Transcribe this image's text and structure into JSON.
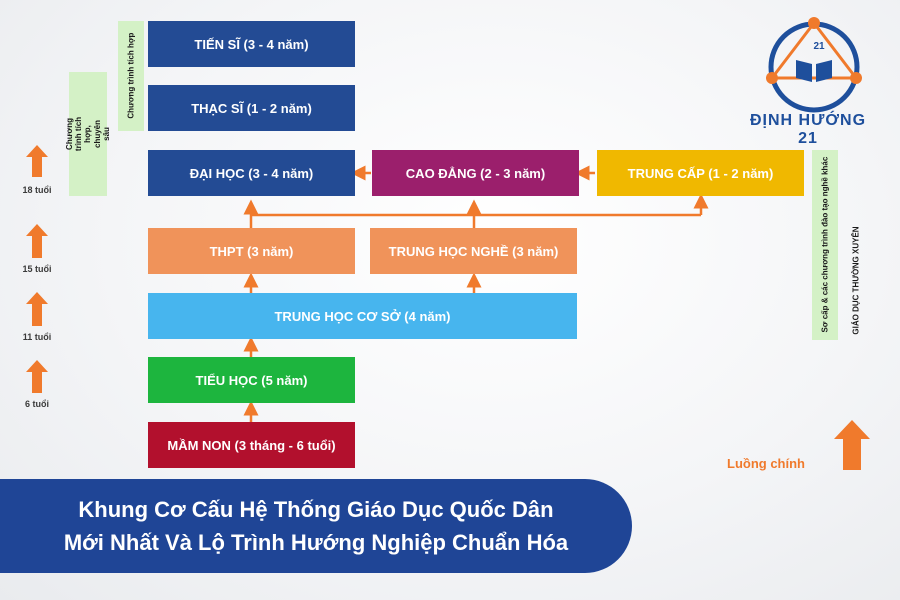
{
  "stages": {
    "tien_si": "TIẾN SĨ (3 - 4 năm)",
    "thac_si": "THẠC SĨ (1 - 2 năm)",
    "dai_hoc": "ĐẠI HỌC (3 - 4 năm)",
    "cao_dang": "CAO ĐẲNG (2 - 3 năm)",
    "trung_cap": "TRUNG CẤP (1 - 2 năm)",
    "thpt": "THPT (3 năm)",
    "trung_hoc_nghe": "TRUNG HỌC NGHỀ (3 năm)",
    "trung_hoc_co_so": "TRUNG HỌC CƠ SỞ (4 năm)",
    "tieu_hoc": "TIỂU HỌC (5 năm)",
    "mam_non": "MẦM NON (3 tháng -  6 tuổi)"
  },
  "side_labels": {
    "integrated": "Chương trình tích hợp",
    "integrated_deep": "Chương trình tích hợp, chuyên sâu",
    "vocational": "Sơ cấp & các chương trình đào tạo nghề khác",
    "continuing": "GIÁO DỤC THƯỜNG XUYÊN"
  },
  "ages": {
    "age_18": "18 tuổi",
    "age_15": "15 tuổi",
    "age_11": "11 tuổi",
    "age_6": "6 tuổi"
  },
  "legend": {
    "main_flow": "Luồng chính"
  },
  "logo": {
    "number": "21",
    "name": "ĐỊNH HƯỚNG 21"
  },
  "banner": {
    "line1": "Khung Cơ Cấu Hệ Thống Giáo Dục Quốc Dân",
    "line2": "Mới Nhất Và Lộ Trình Hướng Nghiệp Chuẩn Hóa"
  },
  "colors": {
    "navy": "#234b94",
    "purple": "#9b1f6c",
    "yellow": "#f0b800",
    "salmon": "#f0935a",
    "sky": "#47b5ee",
    "green": "#1db53e",
    "crimson": "#b2102d",
    "arrow": "#f07a2c"
  }
}
